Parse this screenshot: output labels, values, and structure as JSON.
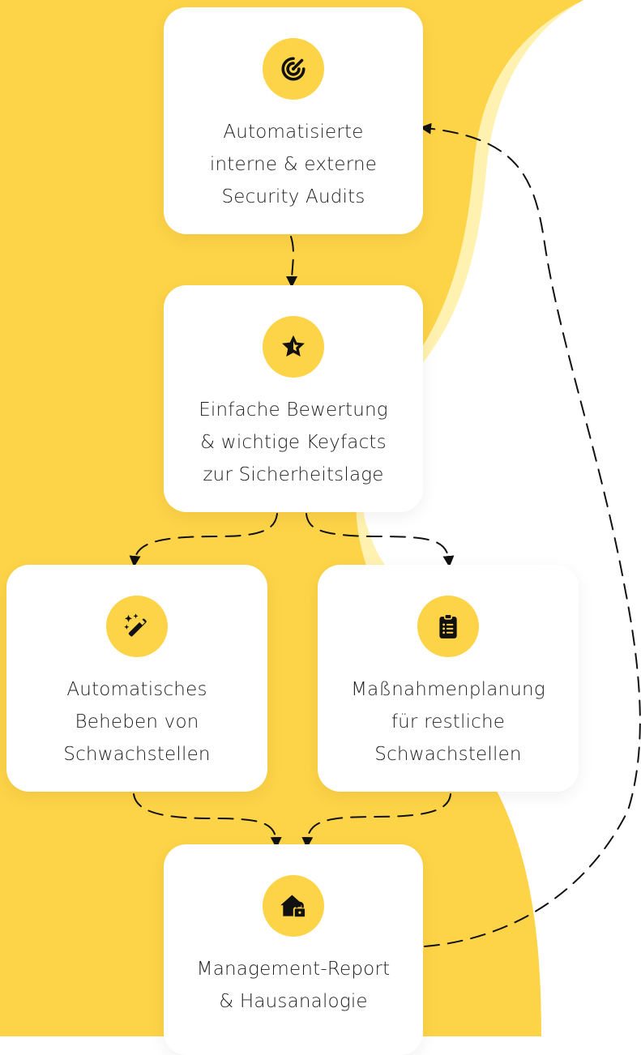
{
  "colors": {
    "brand_yellow": "#FDD347",
    "light_yellow": "#FFF2B0",
    "card_bg": "#FFFFFF",
    "text": "#1F1F1F",
    "connector": "#111111"
  },
  "steps": {
    "audits": {
      "icon": "radar-target-icon",
      "lines": [
        "Automatisierte",
        "interne & externe",
        "Security Audits"
      ]
    },
    "rating": {
      "icon": "star-badge-icon",
      "lines": [
        "Einfache Bewertung",
        "& wichtige Keyfacts",
        "zur Sicherheitslage"
      ]
    },
    "autofix": {
      "icon": "magic-wand-icon",
      "lines": [
        "Automatisches",
        "Beheben von",
        "Schwachstellen"
      ]
    },
    "planning": {
      "icon": "clipboard-list-icon",
      "lines": [
        "Maßnahmenplanung",
        "für restliche",
        "Schwachstellen"
      ]
    },
    "report": {
      "icon": "house-lock-icon",
      "lines": [
        "Management-Report",
        "& Hausanalogie"
      ]
    }
  }
}
